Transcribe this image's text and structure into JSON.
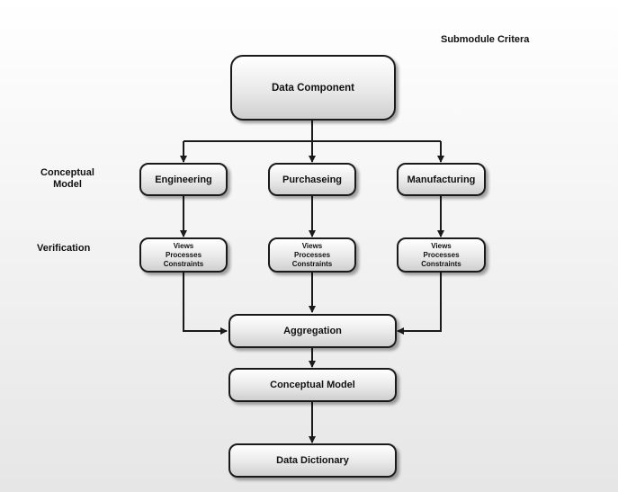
{
  "header": {
    "submodule_label": "Submodule Critera"
  },
  "row_labels": {
    "conceptual_model": "Conceptual\nModel",
    "verification": "Verification"
  },
  "nodes": {
    "data_component": "Data Component",
    "engineering": "Engineering",
    "purchasing": "Purchaseing",
    "manufacturing": "Manufacturing",
    "verify_lines": [
      "Views",
      "Processes",
      "Constraints"
    ],
    "aggregation": "Aggregation",
    "conceptual_model": "Conceptual Model",
    "data_dictionary": "Data Dictionary"
  },
  "colors": {
    "stroke": "#1a1a1a",
    "box_top": "#ffffff",
    "box_bottom": "#cfcfcf",
    "background": "#e6e6e6"
  }
}
